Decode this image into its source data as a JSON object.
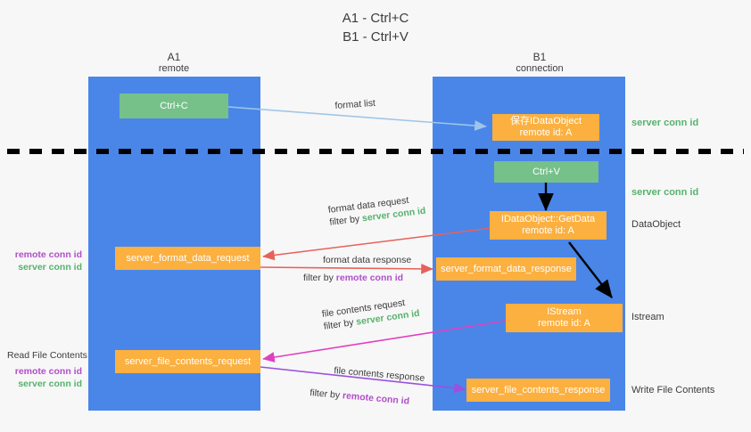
{
  "title": {
    "line1": "A1 - Ctrl+C",
    "line2": "B1 - Ctrl+V"
  },
  "lanes": [
    {
      "name": "A1",
      "sub": "remote"
    },
    {
      "name": "B1",
      "sub": "connection"
    }
  ],
  "boxes": {
    "ctrl_c": "Ctrl+C",
    "ctrl_v": "Ctrl+V",
    "save_idataobject_l1": "保存IDataObject",
    "save_idataobject_l2": "remote id: A",
    "getdata_l1": "IDataObject::GetData",
    "getdata_l2": "remote id: A",
    "istream_l1": "IStream",
    "istream_l2": "remote id: A",
    "server_format_data_request": "server_format_data_request",
    "server_format_data_response": "server_format_data_response",
    "server_file_contents_request": "server_file_contents_request",
    "server_file_contents_response": "server_file_contents_response"
  },
  "edges": {
    "format_list": "format list",
    "format_data_request": "format data request",
    "format_data_request_filter_prefix": "filter by ",
    "format_data_request_filter_value": "server conn id",
    "format_data_response": "format data response",
    "format_data_response_filter_prefix": "filter by ",
    "format_data_response_filter_value": "remote conn id",
    "file_contents_request": "file contents request",
    "file_contents_request_filter_prefix": "filter by ",
    "file_contents_request_filter_value": "server conn id",
    "file_contents_response": "file contents response",
    "file_contents_response_filter_prefix": "filter by ",
    "file_contents_response_filter_value": "remote conn id"
  },
  "annotations": {
    "right_server_conn_id_1": "server conn id",
    "right_server_conn_id_2": "server conn id",
    "right_dataobject": "DataObject",
    "right_istream": "Istream",
    "right_write_file_contents": "Write File Contents",
    "left_conn_ids_1_remote": "remote conn id",
    "left_conn_ids_1_server": "server conn id",
    "left_read_file_contents": "Read File Contents",
    "left_conn_ids_2_remote": "remote conn id",
    "left_conn_ids_2_server": "server conn id"
  },
  "colors": {
    "lane": "#4a86e8",
    "green_box": "#76c08a",
    "orange_box": "#fbb040",
    "arrow_blue": "#9fc5e8",
    "arrow_red": "#e8605a",
    "arrow_magenta": "#e040c0",
    "arrow_purple": "#9b51e0",
    "arrow_black": "#000000",
    "divider": "#000000",
    "green_text": "#56b26e",
    "purple_text": "#b14ec9",
    "background": "#f7f7f7"
  }
}
